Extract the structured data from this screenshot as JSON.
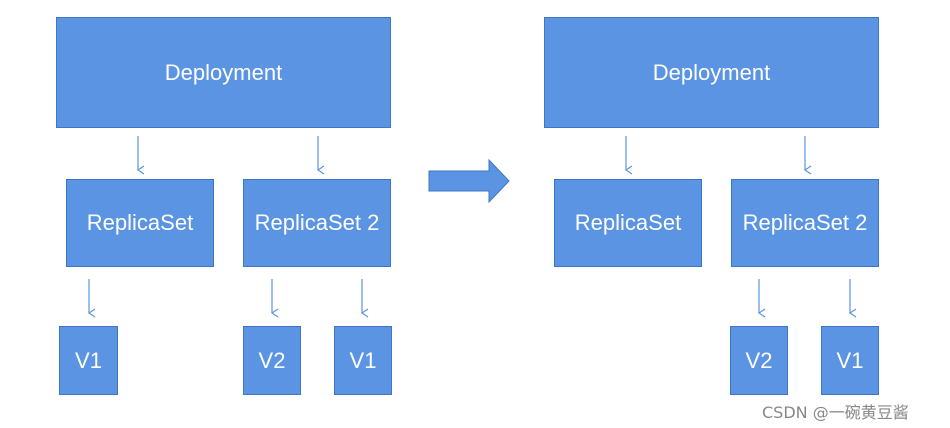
{
  "left": {
    "deployment": "Deployment",
    "replicaset_1": "ReplicaSet",
    "replicaset_2": "ReplicaSet 2",
    "rs1_pod": "V1",
    "rs2_pod_a": "V2",
    "rs2_pod_b": "V1"
  },
  "right": {
    "deployment": "Deployment",
    "replicaset_1": "ReplicaSet",
    "replicaset_2": "ReplicaSet 2",
    "rs2_pod_a": "V2",
    "rs2_pod_b": "V1"
  },
  "watermark": "CSDN @一碗黄豆酱",
  "colors": {
    "box_fill": "#5b94e2",
    "box_border": "#3f76c4",
    "text": "#ffffff"
  }
}
